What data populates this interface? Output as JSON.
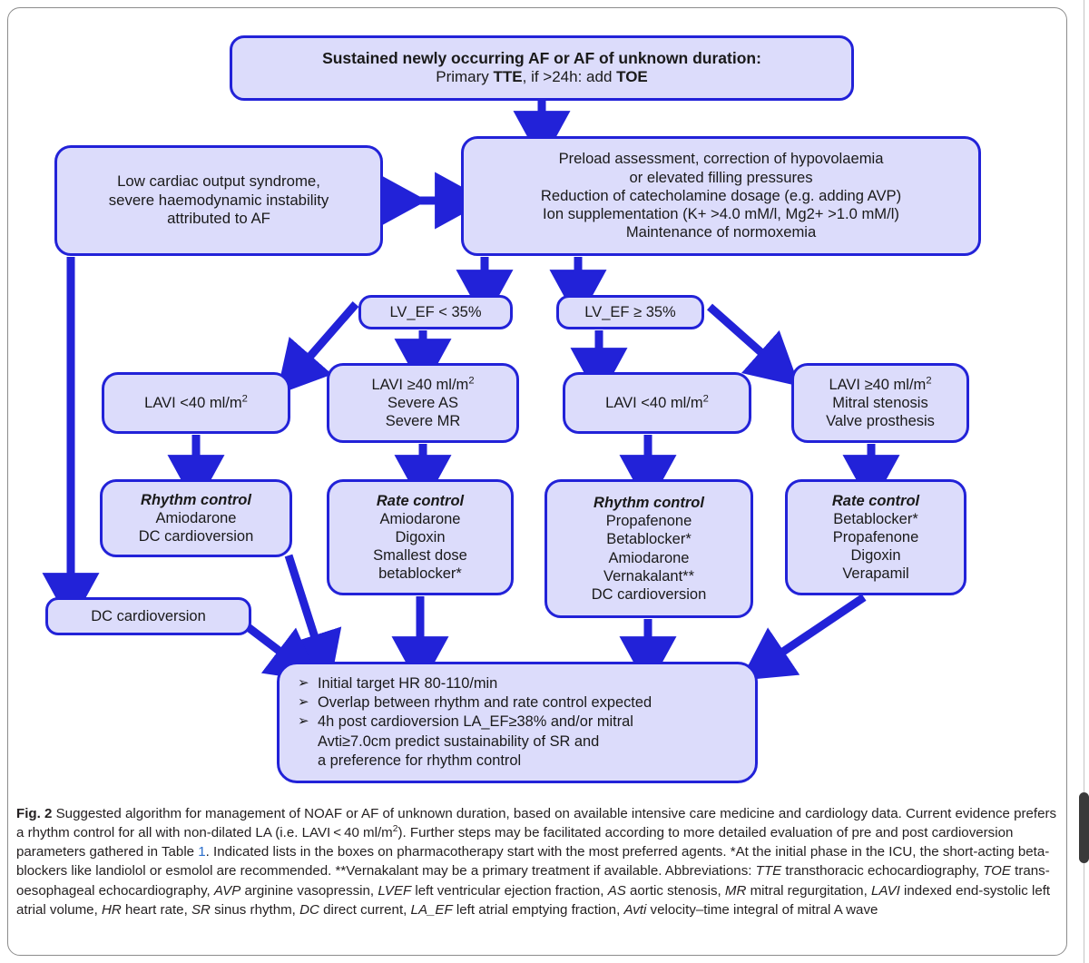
{
  "figure": {
    "label": "Fig. 2",
    "accent_color": "#2222d8",
    "node_fill": "#dcdcfb",
    "frame_color": "#8c8c8c",
    "link_color": "#2b6ecb"
  },
  "nodes": {
    "top": {
      "line1": "Sustained newly occurring AF or AF of unknown duration:",
      "line2_a": "Primary ",
      "line2_b": "TTE",
      "line2_c": ", if >24h: add ",
      "line2_d": "TOE"
    },
    "low_output": {
      "l1": "Low cardiac output syndrome,",
      "l2": "severe haemodynamic instability",
      "l3": "attributed to AF"
    },
    "preload": {
      "l1": "Preload assessment, correction of hypovolaemia",
      "l2": "or elevated filling pressures",
      "l3": "Reduction of catecholamine dosage (e.g. adding AVP)",
      "l4": "Ion supplementation (K+ >4.0 mM/l, Mg2+ >1.0 mM/l)",
      "l5": "Maintenance of normoxemia"
    },
    "ef_low": {
      "label": "LV_EF < 35%"
    },
    "ef_high": {
      "label": "LV_EF ≥ 35%"
    },
    "lavi_low_left": {
      "pre": "LAVI <40 ml/m",
      "sup": "2"
    },
    "lavi_high_left": {
      "pre": "LAVI ≥40 ml/m",
      "sup": "2",
      "l2": "Severe AS",
      "l3": "Severe MR"
    },
    "lavi_low_right": {
      "pre": "LAVI <40 ml/m",
      "sup": "2"
    },
    "lavi_high_right": {
      "pre": "LAVI ≥40 ml/m",
      "sup": "2",
      "l2": "Mitral stenosis",
      "l3": "Valve prosthesis"
    },
    "rhythm_low_ef": {
      "heading": "Rhythm control",
      "items": [
        "Amiodarone",
        "DC cardioversion"
      ]
    },
    "rate_low_ef": {
      "heading": "Rate control",
      "items": [
        "Amiodarone",
        "Digoxin",
        "Smallest dose",
        "betablocker*"
      ]
    },
    "rhythm_high_ef": {
      "heading": "Rhythm control",
      "items": [
        "Propafenone",
        "Betablocker*",
        "Amiodarone",
        "Vernakalant**",
        "DC cardioversion"
      ]
    },
    "rate_high_ef": {
      "heading": "Rate control",
      "items": [
        "Betablocker*",
        "Propafenone",
        "Digoxin",
        "Verapamil"
      ]
    },
    "dc_cardioversion": {
      "label": "DC cardioversion"
    },
    "summary": {
      "bullet_marker": "➢",
      "bullets": [
        "Initial target HR 80-110/min",
        "Overlap between rhythm and rate control expected",
        "4h post cardioversion LA_EF≥38% and/or mitral\nAvti≥7.0cm predict sustainability of SR and\na preference for rhythm control"
      ]
    }
  },
  "caption": {
    "label": "Fig. 2",
    "p1": " Suggested algorithm for management of NOAF or AF of unknown duration, based on available intensive care medicine and cardiology data. Current evidence prefers a rhythm control for all with non-dilated LA (i.e. LAVI < 40 ml/m",
    "sup1": "2",
    "p2": "). Further steps may be facilitated according to more detailed evaluation of pre and post cardioversion parameters gathered in Table ",
    "link": "1",
    "p3": ". Indicated lists in the boxes on pharmacotherapy start with the most preferred agents. *At the initial phase in the ICU, the short-acting beta-blockers like landiolol or esmolol are recommended. **Vernakalant may be a primary treatment if available. Abbreviations: ",
    "abbr": [
      {
        "term": "TTE",
        "def": " transthoracic echocardiography, "
      },
      {
        "term": "TOE",
        "def": " trans-oesophageal echocardiography, "
      },
      {
        "term": "AVP",
        "def": " arginine vasopressin, "
      },
      {
        "term": "LVEF",
        "def": " left ventricular ejection fraction, "
      },
      {
        "term": "AS",
        "def": " aortic stenosis, "
      },
      {
        "term": "MR",
        "def": " mitral regurgitation, "
      },
      {
        "term": "LAVI",
        "def": " indexed end-systolic left atrial volume, "
      },
      {
        "term": "HR",
        "def": " heart rate, "
      },
      {
        "term": "SR",
        "def": " sinus rhythm, "
      },
      {
        "term": "DC",
        "def": " direct current, "
      },
      {
        "term": "LA_EF",
        "def": " left atrial emptying fraction, "
      },
      {
        "term": "Avti",
        "def": " velocity–time integral of mitral A wave"
      }
    ]
  }
}
